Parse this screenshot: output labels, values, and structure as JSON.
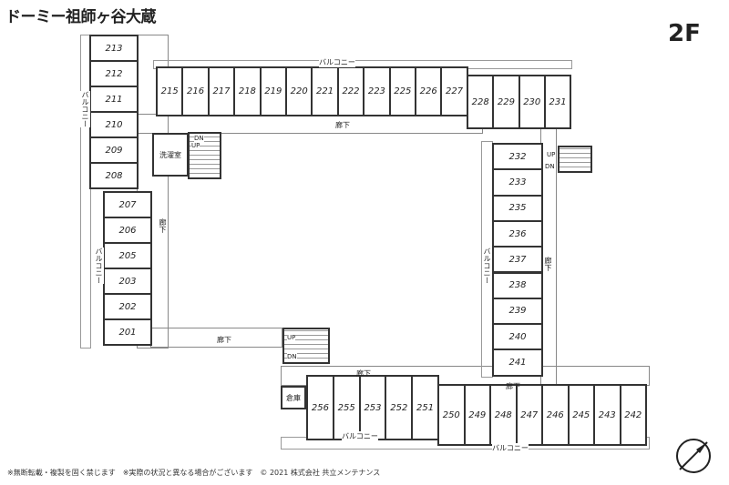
{
  "header": {
    "title": "ドーミー祖師ヶ谷大蔵",
    "floor": "2F"
  },
  "footer": "※無断転載・複製を固く禁じます　※実際の状況と異なる場合がございます　© 2021 株式会社 共立メンテナンス",
  "wings": {
    "top": [
      "215",
      "216",
      "217",
      "218",
      "219",
      "220",
      "221",
      "222",
      "223",
      "225",
      "226",
      "227"
    ],
    "top_right": [
      "228",
      "229",
      "230",
      "231"
    ],
    "left_upper": [
      "213",
      "212",
      "211",
      "210",
      "209",
      "208"
    ],
    "left_lower": [
      "207",
      "206",
      "205",
      "203",
      "202",
      "201"
    ],
    "right": [
      "232",
      "233",
      "235",
      "236",
      "237",
      "238",
      "239",
      "240",
      "241"
    ],
    "bottom_left": [
      "256",
      "255",
      "253",
      "252",
      "251"
    ],
    "bottom_right": [
      "250",
      "249",
      "248",
      "247",
      "246",
      "245",
      "243",
      "242"
    ]
  },
  "labels": {
    "balcony": "バルコニー",
    "corridor": "廊下",
    "laundry": "洗濯室",
    "storage": "倉庫",
    "up": "UP",
    "dn": "DN"
  }
}
